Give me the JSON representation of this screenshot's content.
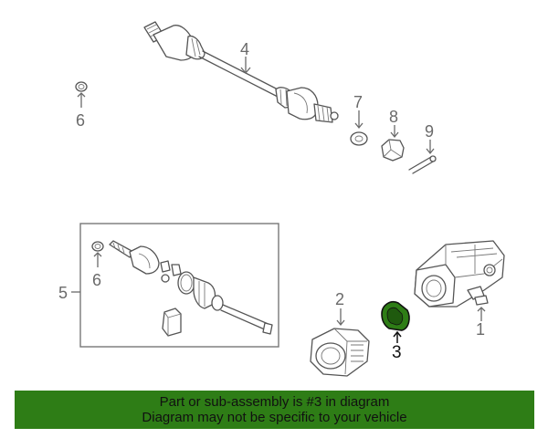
{
  "callouts": {
    "axle_assembly": "4",
    "washer_top": "6",
    "washer_front": "7",
    "nut": "8",
    "cotter_pin": "9",
    "cv_joint_kit": "5",
    "washer_kit": "6",
    "mount_bracket": "2",
    "seal": "3",
    "differential": "1"
  },
  "banner": {
    "line1": "Part or sub-assembly is #3 in diagram",
    "line2": "Diagram may not be specific to your vehicle"
  },
  "colors": {
    "banner_bg": "#2e7d16",
    "highlight_fill": "#2e7d16"
  }
}
